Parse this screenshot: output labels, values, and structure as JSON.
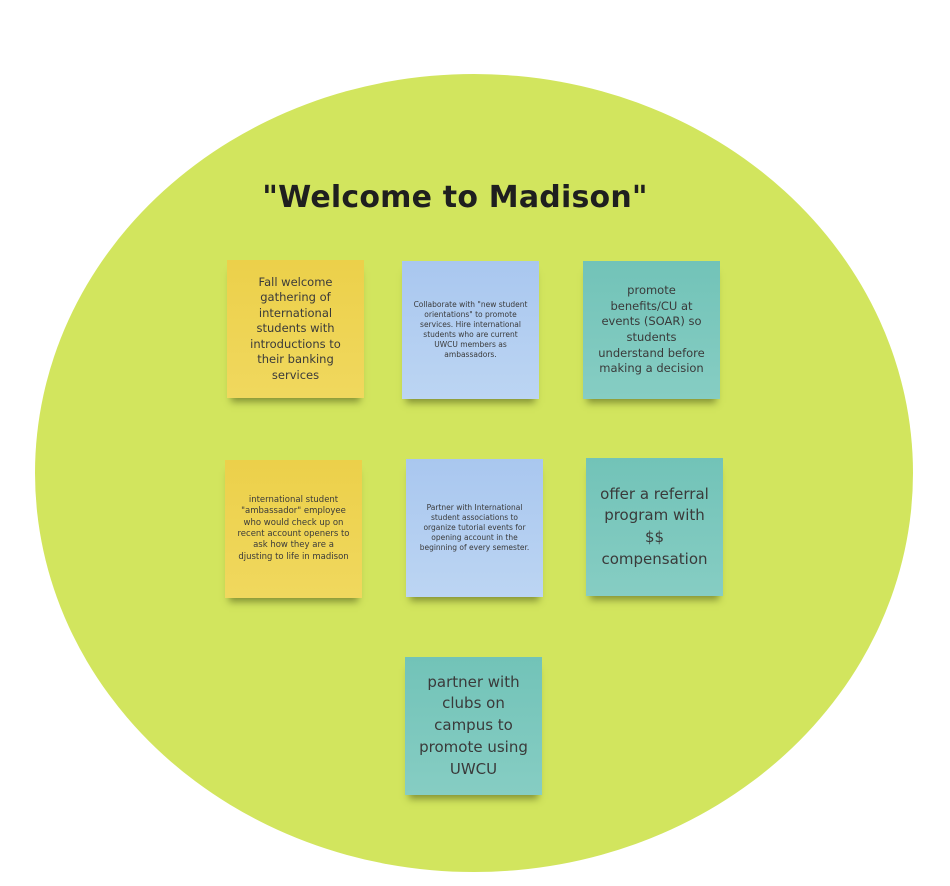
{
  "board": {
    "title": "\"Welcome to Madison\"",
    "notes": [
      {
        "color": "yellow",
        "text": "Fall welcome gathering of international students with introductions to their banking services"
      },
      {
        "color": "blue",
        "text": "Collaborate with \"new student orientations\" to promote services. Hire international students who are current UWCU members as ambassadors."
      },
      {
        "color": "teal",
        "text": "promote benefits/CU at events (SOAR) so students understand before making a decision"
      },
      {
        "color": "yellow",
        "text": "international student \"ambassador\" employee who would check up on recent account openers to ask how they are a djusting to life in madison"
      },
      {
        "color": "blue",
        "text": "Partner with International student associations to organize tutorial events for opening account in the beginning of every semester."
      },
      {
        "color": "teal",
        "text": "offer a referral program with $$ compensation"
      },
      {
        "color": "teal",
        "text": "partner with clubs on campus to promote using UWCU"
      }
    ]
  },
  "colors": {
    "circle": "#d2e55e",
    "yellow": "#eed454",
    "blue": "#b2cef1",
    "teal": "#7cc8bd"
  }
}
